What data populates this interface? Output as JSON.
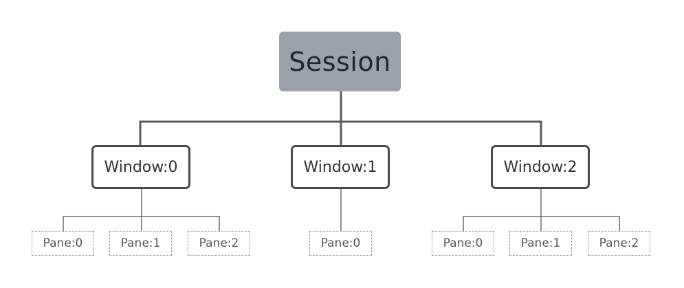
{
  "session": {
    "label": "Session"
  },
  "windows": [
    {
      "label": "Window:0",
      "panes": [
        "Pane:0",
        "Pane:1",
        "Pane:2"
      ]
    },
    {
      "label": "Window:1",
      "panes": [
        "Pane:0"
      ]
    },
    {
      "label": "Window:2",
      "panes": [
        "Pane:0",
        "Pane:1",
        "Pane:2"
      ]
    }
  ],
  "colors": {
    "session_fill": "#9aa1aa",
    "session_text": "#1f2733",
    "window_border": "#4a4a4a",
    "primary_connector": "#5a5a5a",
    "secondary_connector": "#6e6e6e",
    "pane_border": "#9a9a9a"
  }
}
